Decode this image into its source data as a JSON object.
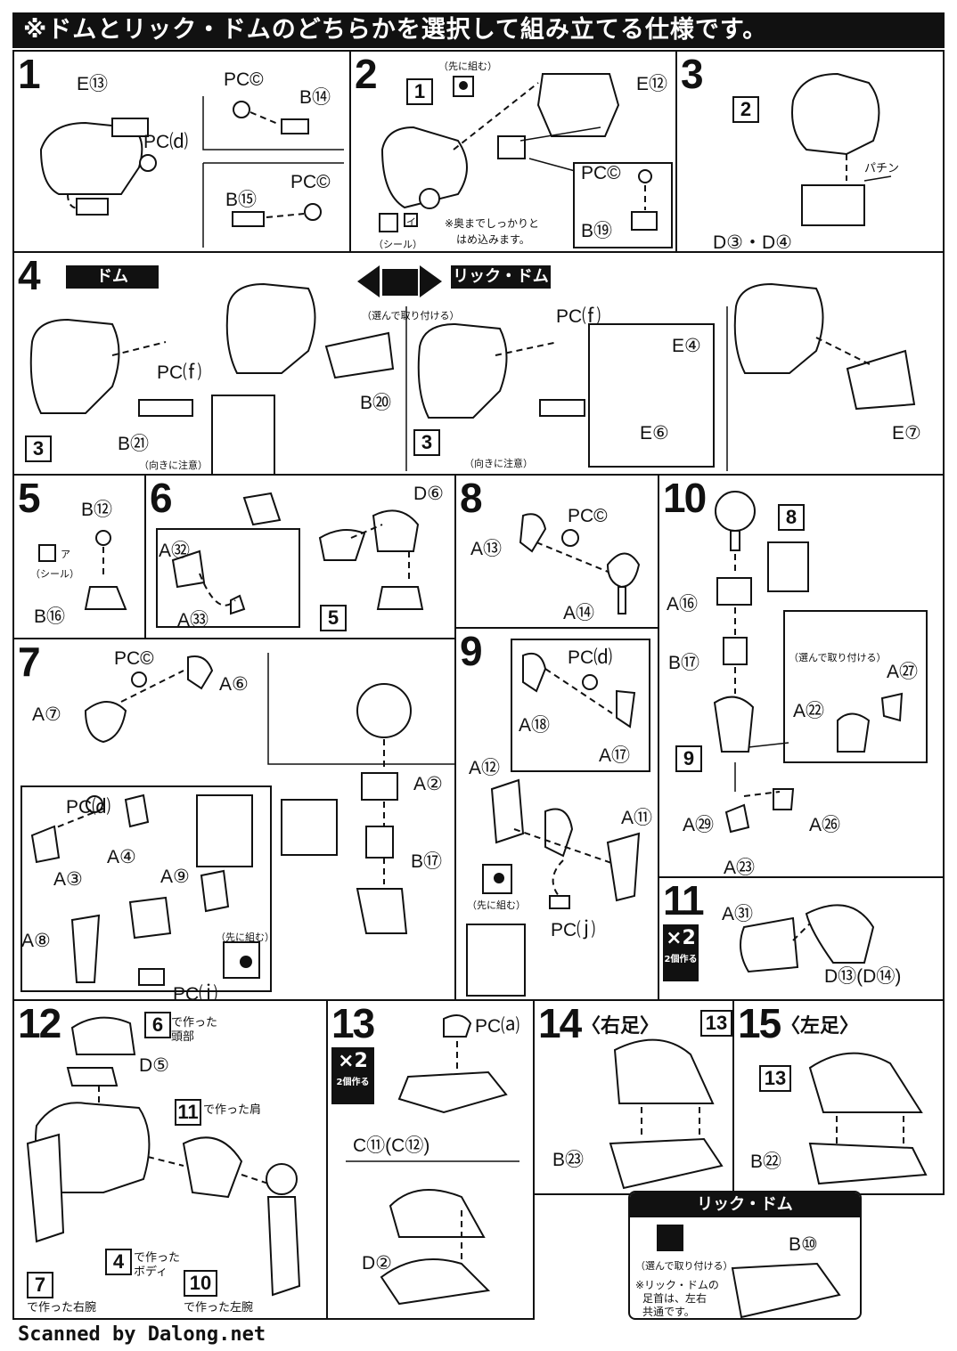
{
  "header": "※ドムとリック・ドムのどちらかを選択して組み立てる仕様です。",
  "steps": {
    "s1": {
      "no": "1",
      "e": "E⑬",
      "pcc1": "PC©",
      "b14": "B⑭",
      "pcd": "PC⒟",
      "b15": "B⑮",
      "pcc2": "PC©"
    },
    "s2": {
      "no": "2",
      "ref": "1",
      "pre": "（先に組む）",
      "e12": "E⑫",
      "pcc": "PC©",
      "b19": "B⑲",
      "seal": "（シール）",
      "seal_id": "イ",
      "note1": "※奥までしっかりと",
      "note2": "はめ込みます。"
    },
    "s3": {
      "no": "3",
      "ref": "2",
      "snap": "パチン",
      "d": "D③・D④"
    },
    "s4": {
      "no": "4",
      "dom": "ドム",
      "rick": "リック・ドム",
      "choose": "（選んで取り付ける）",
      "pcf1": "PC⒡",
      "pcf2": "PC⒡",
      "b20": "B⑳",
      "b21": "B㉑",
      "care1": "（向きに注意）",
      "care2": "（向きに注意）",
      "ref1": "3",
      "ref2": "3",
      "e4": "E④",
      "e6": "E⑥",
      "e7": "E⑦"
    },
    "s5": {
      "no": "5",
      "b12": "B⑫",
      "seal": "（シール）",
      "seal_id": "ア",
      "b16": "B⑯"
    },
    "s6": {
      "no": "6",
      "d6": "D⑥",
      "a32": "A㉜",
      "a33": "A㉝",
      "ref": "5"
    },
    "s7": {
      "no": "7",
      "pcc": "PC©",
      "a6": "A⑥",
      "a7": "A⑦",
      "pcd": "PC⒟",
      "a4": "A④",
      "a3": "A③",
      "a9": "A⑨",
      "a8": "A⑧",
      "a2": "A②",
      "b17": "B⑰",
      "pre": "（先に組む）",
      "pcj": "PC⒥"
    },
    "s8": {
      "no": "8",
      "pcc": "PC©",
      "a13": "A⑬",
      "a14": "A⑭"
    },
    "s9": {
      "no": "9",
      "pcd": "PC⒟",
      "a18": "A⑱",
      "a17": "A⑰",
      "a12": "A⑫",
      "a11": "A⑪",
      "pre": "（先に組む）",
      "pcj": "PC⒥"
    },
    "s10": {
      "no": "10",
      "ref8": "8",
      "a16": "A⑯",
      "b17": "B⑰",
      "choose": "（選んで取り付ける）",
      "a27": "A㉗",
      "a22": "A㉒",
      "ref9": "9",
      "a29": "A㉙",
      "a26": "A㉖",
      "a23": "A㉓"
    },
    "s11": {
      "no": "11",
      "x2": "×2",
      "make2": "2個作る",
      "a31": "A㉛",
      "d": "D⑬(D⑭)"
    },
    "s12": {
      "no": "12",
      "ref6": "6",
      "made6a": "で作った",
      "made6b": "頭部",
      "d5": "D⑤",
      "ref11": "11",
      "made11": "で作った肩",
      "ref4": "4",
      "made4a": "で作った",
      "made4b": "ボディ",
      "ref7": "7",
      "made7": "で作った右腕",
      "ref10": "10",
      "made10": "で作った左腕"
    },
    "s13": {
      "no": "13",
      "x2": "×2",
      "make2": "2個作る",
      "pca": "PC⒜",
      "c": "C⑪(C⑫)",
      "d2": "D②"
    },
    "s14": {
      "no": "14",
      "title": "〈右足〉",
      "ref": "13",
      "b23": "B㉓"
    },
    "s15": {
      "no": "15",
      "title": "〈左足〉",
      "ref": "13",
      "b22": "B㉒",
      "rick": "リック・ドム",
      "b10": "B⑩",
      "choose": "（選んで取り付ける）",
      "note1": "※リック・ドムの",
      "note2": "足首は、左右",
      "note3": "共通です。"
    }
  },
  "footer": "Scanned by Dalong.net"
}
